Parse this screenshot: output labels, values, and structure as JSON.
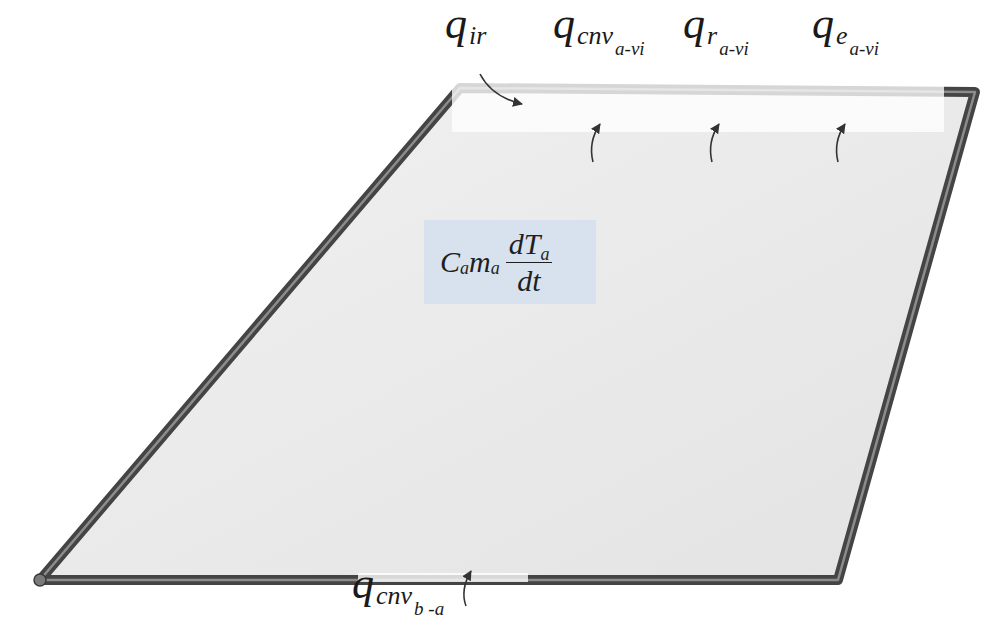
{
  "diagram": {
    "nodes": [
      {
        "text": [
          "C",
          "a",
          "m",
          "a",
          "dT",
          "a",
          "dt"
        ]
      }
    ],
    "labels": [
      "q",
      "ir",
      "q",
      "cnv",
      "a-vi",
      "q",
      "r",
      "a-vi",
      "q",
      "e",
      "a-vi",
      "q",
      "cnv",
      "b -a"
    ]
  }
}
